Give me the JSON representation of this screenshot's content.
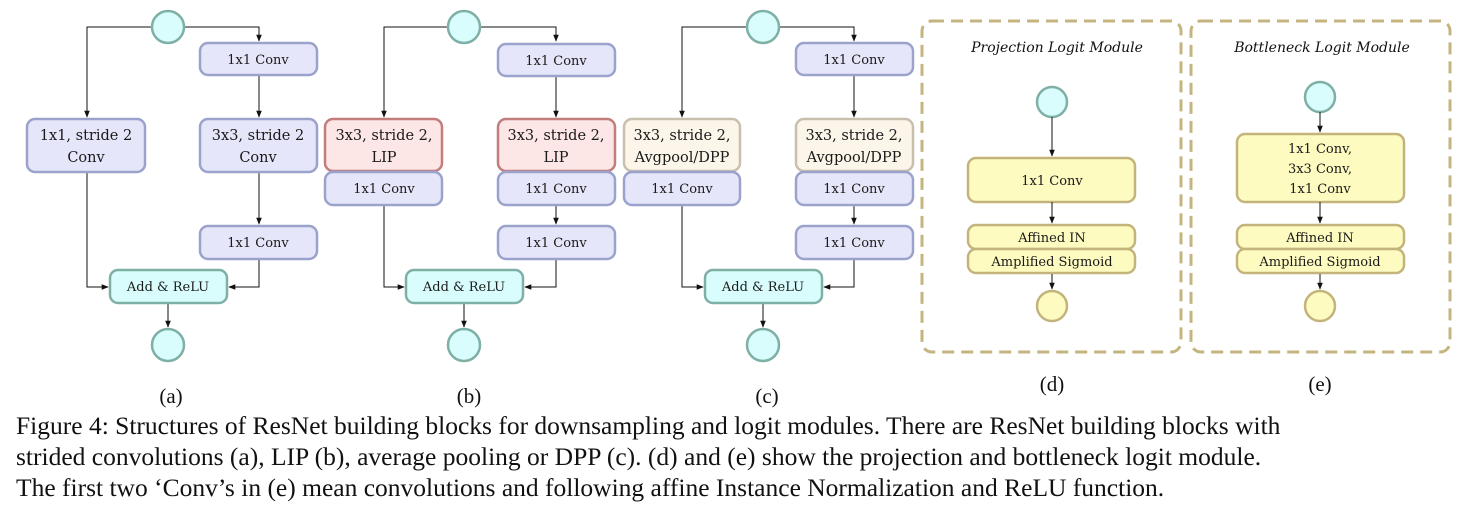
{
  "figure": {
    "colors": {
      "io_fill": "#d9fdfd",
      "io_stroke": "#7fb0a6",
      "conv_fill": "#e6e6fa",
      "conv_stroke": "#9ba3cd",
      "lip_fill": "#fce6e6",
      "lip_stroke": "#c27d7d",
      "pool_fill": "#fcf6ea",
      "pool_stroke": "#c8bfad",
      "logit_fill": "#fdfbc0",
      "logit_stroke": "#c3b47c",
      "frame_stroke": "#c4b580",
      "arrow": "#111111"
    },
    "panels": [
      {
        "id": "a",
        "label": "(a)",
        "shortcut": {
          "line1": "1x1, stride 2",
          "line2": "Conv"
        },
        "main": {
          "conv_top": "1x1 Conv",
          "strided": {
            "line1": "3x3, stride 2",
            "line2": "Conv"
          },
          "conv_bottom": "1x1 Conv"
        },
        "merge": "Add & ReLU"
      },
      {
        "id": "b",
        "label": "(b)",
        "shortcut": {
          "line1": "3x3, stride 2,",
          "line2": "LIP",
          "conv": "1x1 Conv"
        },
        "main": {
          "conv_top": "1x1 Conv",
          "strided": {
            "line1": "3x3, stride 2,",
            "line2": "LIP",
            "conv": "1x1 Conv"
          },
          "conv_bottom": "1x1 Conv"
        },
        "merge": "Add & ReLU"
      },
      {
        "id": "c",
        "label": "(c)",
        "shortcut": {
          "line1": "3x3, stride 2,",
          "line2": "Avgpool/DPP",
          "conv": "1x1 Conv"
        },
        "main": {
          "conv_top": "1x1 Conv",
          "strided": {
            "line1": "3x3, stride 2,",
            "line2": "Avgpool/DPP",
            "conv": "1x1 Conv"
          },
          "conv_bottom": "1x1 Conv"
        },
        "merge": "Add & ReLU"
      },
      {
        "id": "d",
        "label": "(d)",
        "title": "Projection Logit Module",
        "block": "1x1 Conv",
        "norm": "Affined IN",
        "activation": "Amplified Sigmoid"
      },
      {
        "id": "e",
        "label": "(e)",
        "title": "Bottleneck Logit Module",
        "block": {
          "line1": "1x1 Conv,",
          "line2": "3x3 Conv,",
          "line3": "1x1 Conv"
        },
        "norm": "Affined IN",
        "activation": "Amplified Sigmoid"
      }
    ]
  },
  "caption": {
    "line1": "Figure 4: Structures of ResNet building blocks for downsampling and logit modules. There are ResNet building blocks with",
    "line2": "strided convolutions (a), LIP (b), average pooling or DPP (c).  (d) and (e) show the projection and bottleneck logit module.",
    "line3": "The first two ‘Conv’s in (e) mean convolutions and following affine Instance Normalization and ReLU function."
  }
}
